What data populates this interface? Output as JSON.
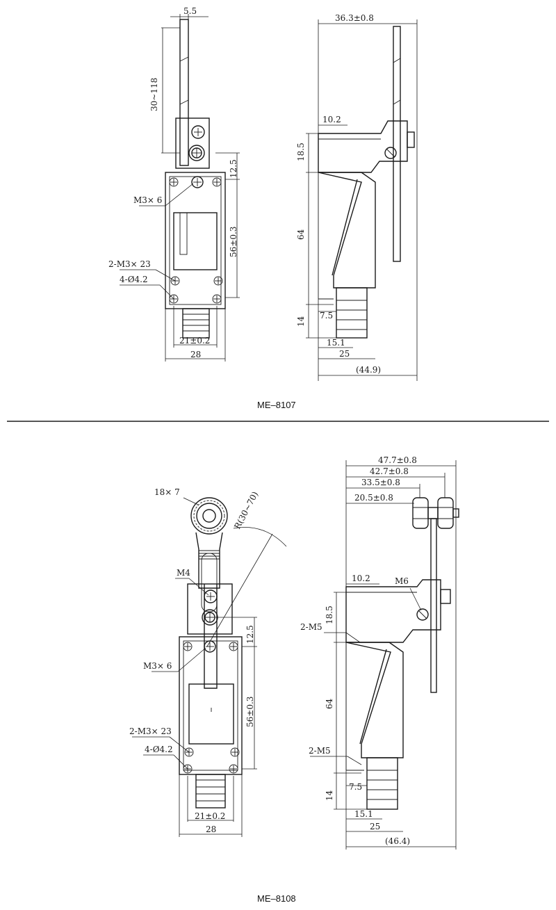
{
  "models": {
    "top": "ME–8107",
    "bottom": "ME–8108"
  },
  "top_front": {
    "width_5_5": "5.5",
    "length_range": "30~118",
    "height_12_5": "12.5",
    "screw_m3x6": "M3× 6",
    "height_56": "56±0.3",
    "screw_2m3x23": "2-M3× 23",
    "hole_4_4_2": "4-Ø4.2",
    "width_21": "21±0.2",
    "width_28": "28"
  },
  "top_side": {
    "dim_36_3": "36.3±0.8",
    "dim_10_2": "10.2",
    "dim_18_5": "18.5",
    "dim_64": "64",
    "dim_7_5": "7.5",
    "dim_14": "14",
    "dim_15_1": "15.1",
    "dim_25": "25",
    "dim_44_9": "(44.9)"
  },
  "bottom_front": {
    "roller": "18× 7",
    "radius": "R(30~70)",
    "screw_m4": "M4",
    "height_12_5": "12.5",
    "screw_m3x6": "M3× 6",
    "height_56": "56±0.3",
    "screw_2m3x23": "2-M3× 23",
    "hole_4_4_2": "4-Ø4.2",
    "width_21": "21±0.2",
    "width_28": "28"
  },
  "bottom_side": {
    "dim_47_7": "47.7±0.8",
    "dim_42_7": "42.7±0.8",
    "dim_33_5": "33.5±0.8",
    "dim_20_5": "20.5±0.8",
    "dim_10_2": "10.2",
    "screw_m6": "M6",
    "dim_18_5": "18.5",
    "screw_2m5_a": "2-M5",
    "dim_64": "64",
    "screw_2m5_b": "2-M5",
    "dim_7_5": "7.5",
    "dim_14": "14",
    "dim_15_1": "15.1",
    "dim_25": "25",
    "dim_46_4": "(46.4)"
  }
}
